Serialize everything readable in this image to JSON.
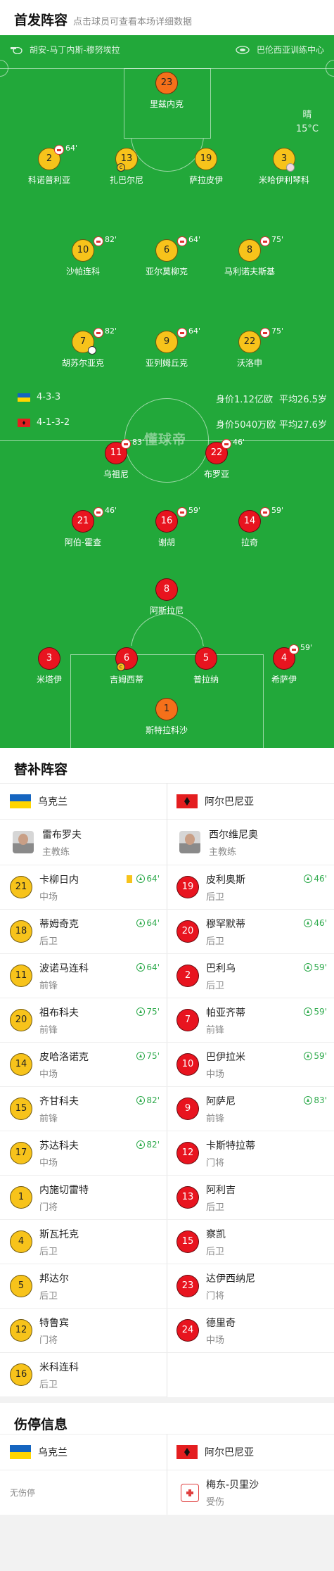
{
  "header": {
    "title": "首发阵容",
    "subtitle": "点击球员可查看本场详细数据"
  },
  "pitch": {
    "home_venue": "胡安-马丁内斯-穆努埃拉",
    "away_venue": "巴伦西亚训练中心",
    "weather": "晴",
    "temperature": "15°C",
    "watermark": "懂球帝",
    "home_formation": "4-3-3",
    "home_value": "身价1.12亿欧",
    "home_age": "平均26.5岁",
    "away_formation": "4-1-3-2",
    "away_value": "身价5040万欧",
    "away_age": "平均27.6岁",
    "home_players": [
      {
        "num": "23",
        "name": "里兹内克",
        "sub": ""
      },
      {
        "num": "2",
        "name": "科诺普利亚",
        "sub": "64'"
      },
      {
        "num": "13",
        "name": "扎巴尔尼",
        "sub": ""
      },
      {
        "num": "19",
        "name": "萨拉皮伊",
        "sub": ""
      },
      {
        "num": "3",
        "name": "米哈伊利琴科",
        "sub": ""
      },
      {
        "num": "10",
        "name": "沙帕连科",
        "sub": "82'"
      },
      {
        "num": "6",
        "name": "亚尔莫柳克",
        "sub": "64'"
      },
      {
        "num": "8",
        "name": "马利诺夫斯基",
        "sub": "75'"
      },
      {
        "num": "7",
        "name": "胡苏尔亚克",
        "sub": "82'"
      },
      {
        "num": "9",
        "name": "亚列姆丘克",
        "sub": "64'"
      },
      {
        "num": "22",
        "name": "沃洛申",
        "sub": "75'"
      }
    ],
    "away_players": [
      {
        "num": "11",
        "name": "乌祖尼",
        "sub": "83'"
      },
      {
        "num": "22",
        "name": "布罗亚",
        "sub": "46'"
      },
      {
        "num": "21",
        "name": "阿伯-霍查",
        "sub": "46'"
      },
      {
        "num": "16",
        "name": "谢胡",
        "sub": "59'"
      },
      {
        "num": "14",
        "name": "拉奇",
        "sub": "59'"
      },
      {
        "num": "8",
        "name": "阿斯拉尼",
        "sub": ""
      },
      {
        "num": "3",
        "name": "米塔伊",
        "sub": ""
      },
      {
        "num": "6",
        "name": "吉姆西蒂",
        "sub": ""
      },
      {
        "num": "5",
        "name": "普拉纳",
        "sub": ""
      },
      {
        "num": "4",
        "name": "希萨伊",
        "sub": "59'"
      },
      {
        "num": "1",
        "name": "斯特拉科沙",
        "sub": ""
      }
    ]
  },
  "subs": {
    "title": "替补阵容",
    "home_team": "乌克兰",
    "away_team": "阿尔巴尼亚",
    "home_coach": {
      "name": "雷布罗夫",
      "role": "主教练"
    },
    "away_coach": {
      "name": "西尔维尼奥",
      "role": "主教练"
    },
    "home": [
      {
        "num": "21",
        "name": "卡柳日内",
        "pos": "中场",
        "min": "64'"
      },
      {
        "num": "18",
        "name": "蒂姆奇克",
        "pos": "后卫",
        "min": "64'"
      },
      {
        "num": "11",
        "name": "波诺马连科",
        "pos": "前锋",
        "min": "64'"
      },
      {
        "num": "20",
        "name": "祖布科夫",
        "pos": "前锋",
        "min": "75'"
      },
      {
        "num": "14",
        "name": "皮哈洛诺克",
        "pos": "中场",
        "min": "75'"
      },
      {
        "num": "15",
        "name": "齐甘科夫",
        "pos": "前锋",
        "min": "82'"
      },
      {
        "num": "17",
        "name": "苏达科夫",
        "pos": "中场",
        "min": "82'"
      },
      {
        "num": "1",
        "name": "内施切雷特",
        "pos": "门将",
        "min": ""
      },
      {
        "num": "4",
        "name": "斯瓦托克",
        "pos": "后卫",
        "min": ""
      },
      {
        "num": "5",
        "name": "邦达尔",
        "pos": "后卫",
        "min": ""
      },
      {
        "num": "12",
        "name": "特鲁宾",
        "pos": "门将",
        "min": ""
      },
      {
        "num": "16",
        "name": "米科连科",
        "pos": "后卫",
        "min": ""
      }
    ],
    "away": [
      {
        "num": "19",
        "name": "皮利奥斯",
        "pos": "后卫",
        "min": "46'"
      },
      {
        "num": "20",
        "name": "穆罕默蒂",
        "pos": "后卫",
        "min": "46'"
      },
      {
        "num": "2",
        "name": "巴利乌",
        "pos": "后卫",
        "min": "59'"
      },
      {
        "num": "7",
        "name": "帕亚齐蒂",
        "pos": "前锋",
        "min": "59'"
      },
      {
        "num": "10",
        "name": "巴伊拉米",
        "pos": "中场",
        "min": "59'"
      },
      {
        "num": "9",
        "name": "阿萨尼",
        "pos": "前锋",
        "min": "83'"
      },
      {
        "num": "12",
        "name": "卡斯特拉蒂",
        "pos": "门将",
        "min": ""
      },
      {
        "num": "13",
        "name": "阿利吉",
        "pos": "后卫",
        "min": ""
      },
      {
        "num": "15",
        "name": "察凯",
        "pos": "后卫",
        "min": ""
      },
      {
        "num": "23",
        "name": "达伊西纳尼",
        "pos": "门将",
        "min": ""
      },
      {
        "num": "24",
        "name": "德里奇",
        "pos": "中场",
        "min": ""
      }
    ]
  },
  "injuries": {
    "title": "伤停信息",
    "home_team": "乌克兰",
    "away_team": "阿尔巴尼亚",
    "home_none": "无伤停",
    "away_player": {
      "name": "梅东-贝里沙",
      "status": "受伤"
    }
  },
  "colors": {
    "pitch": "#22a83a",
    "home_dot": "#f7c31b",
    "away_dot": "#e8141f",
    "gk_home": "#f5701a"
  }
}
